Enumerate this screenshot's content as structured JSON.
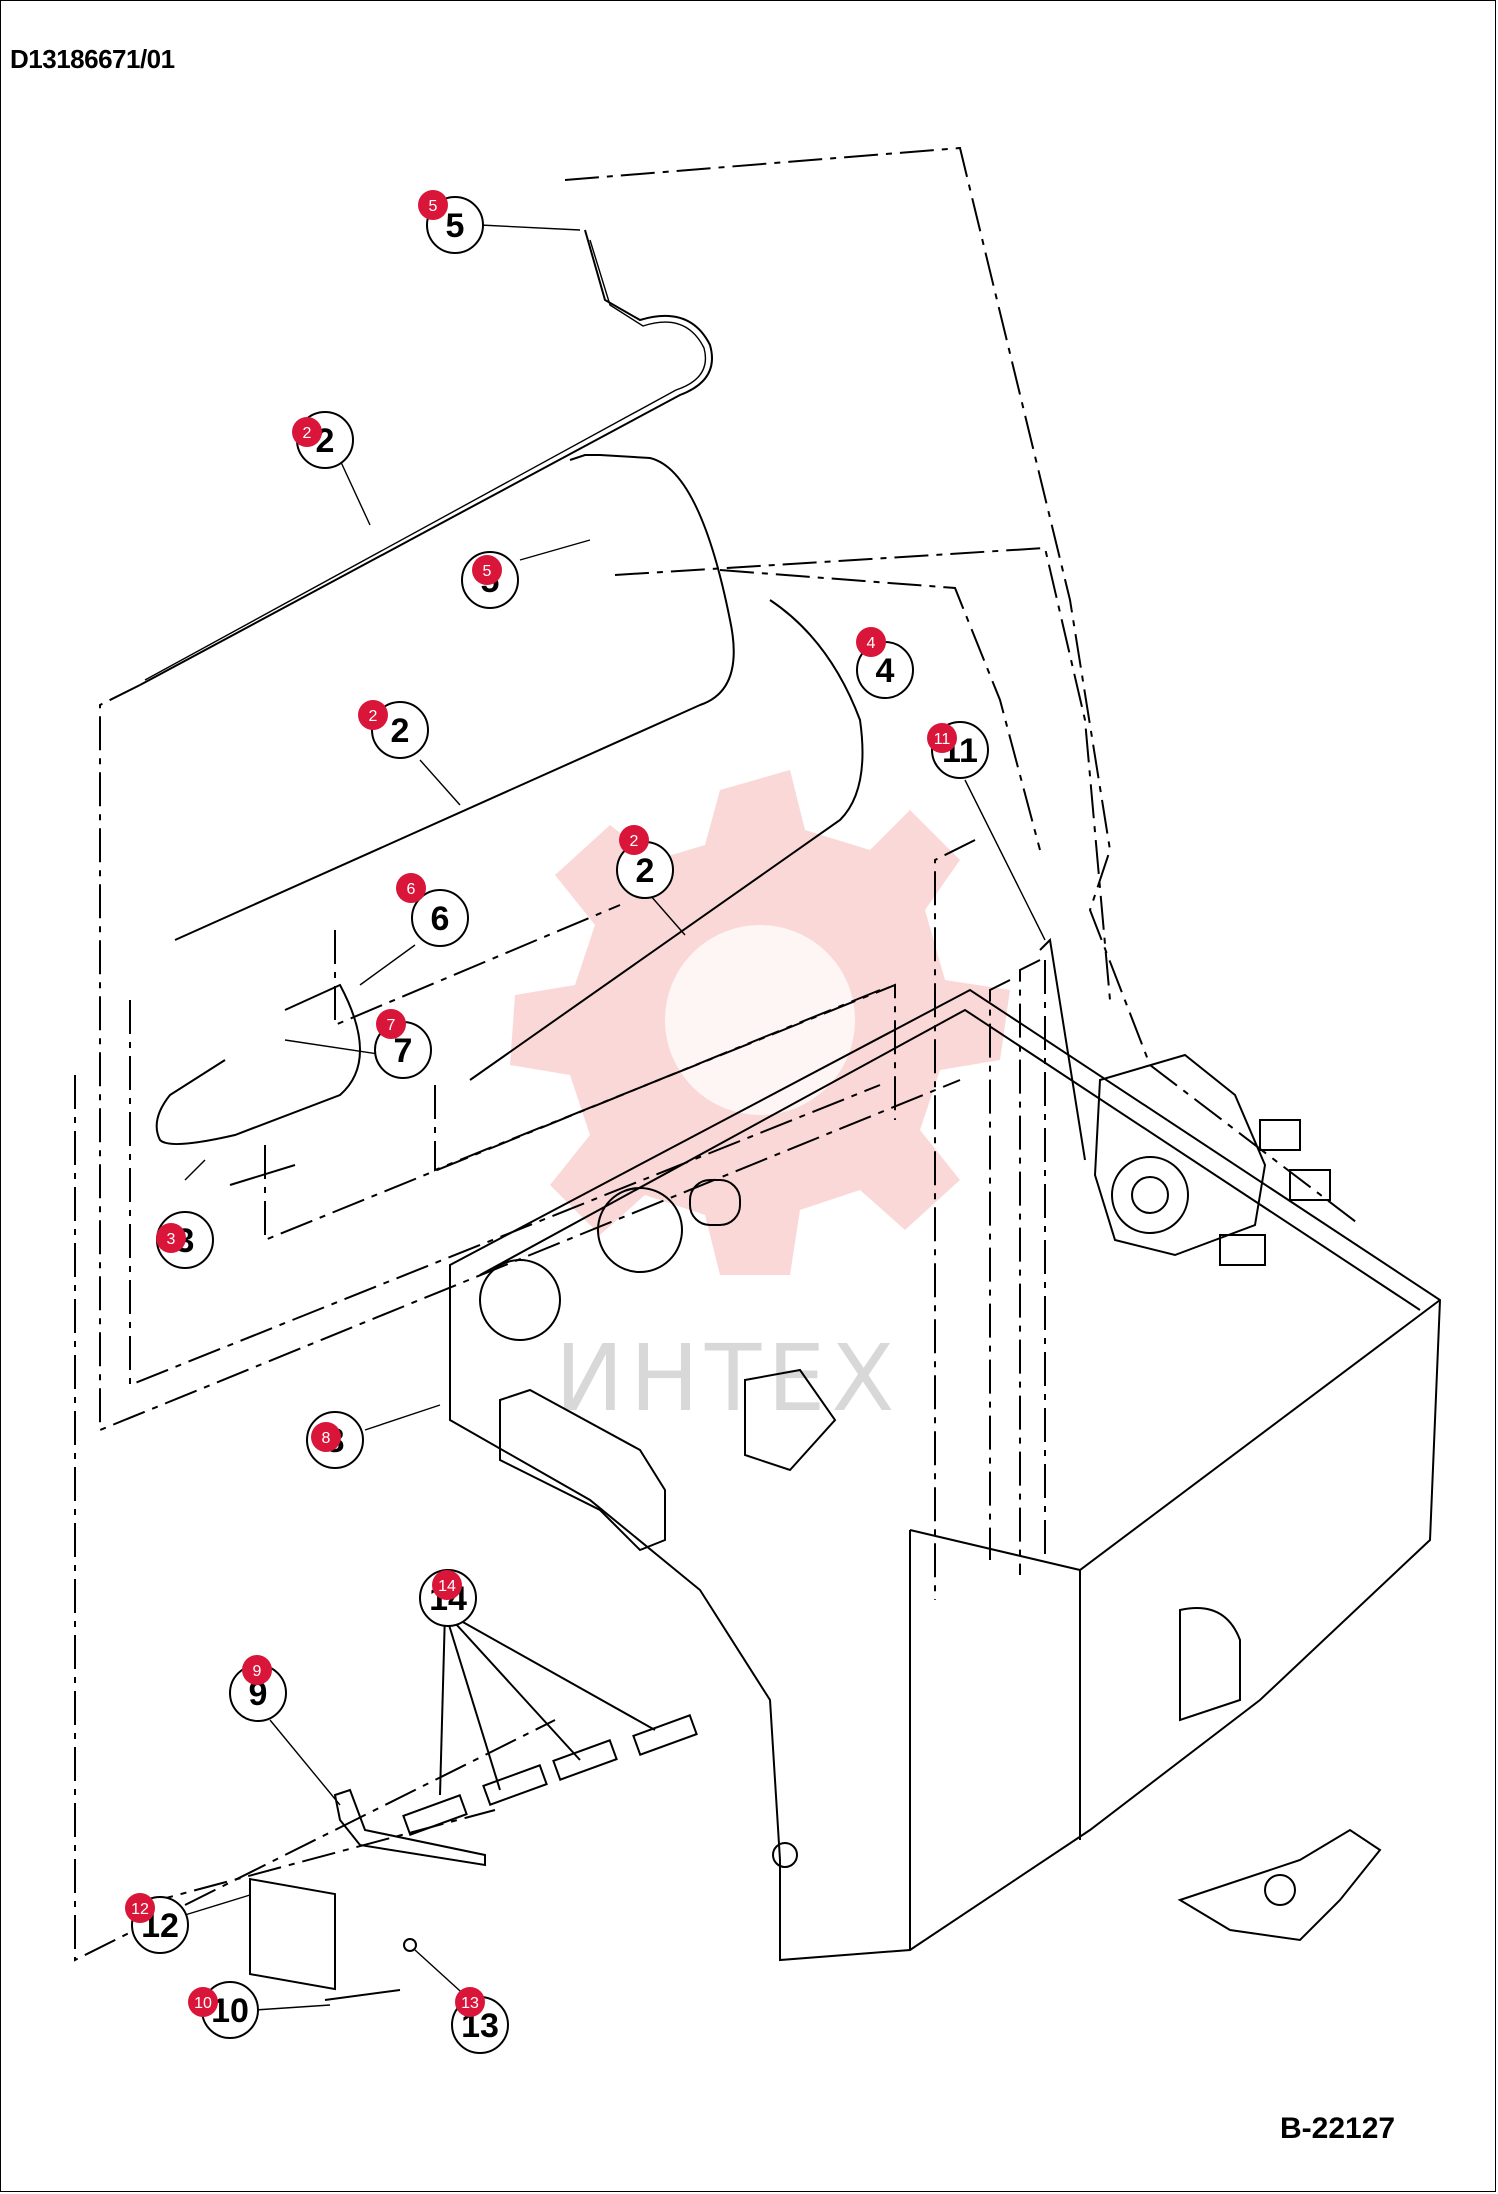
{
  "document": {
    "drawing_id": "D13186671/01",
    "figure_id": "B-22127"
  },
  "watermark": {
    "text": "ИНТЕХ",
    "color": "#f7b8b8"
  },
  "hotspot_color": "#d9153a",
  "callouts": [
    {
      "id": "c5a",
      "label": "5",
      "hotspot": "5"
    },
    {
      "id": "c2a",
      "label": "2",
      "hotspot": "2"
    },
    {
      "id": "c5b",
      "label": "5",
      "hotspot": "5"
    },
    {
      "id": "c4",
      "label": "4",
      "hotspot": "4"
    },
    {
      "id": "c2b",
      "label": "2",
      "hotspot": "2"
    },
    {
      "id": "c11",
      "label": "11",
      "hotspot": "11"
    },
    {
      "id": "c2c",
      "label": "2",
      "hotspot": "2"
    },
    {
      "id": "c6",
      "label": "6",
      "hotspot": "6"
    },
    {
      "id": "c7",
      "label": "7",
      "hotspot": "7"
    },
    {
      "id": "c3",
      "label": "3",
      "hotspot": "3"
    },
    {
      "id": "c8",
      "label": "8",
      "hotspot": "8"
    },
    {
      "id": "c14",
      "label": "14",
      "hotspot": "14"
    },
    {
      "id": "c9",
      "label": "9",
      "hotspot": "9"
    },
    {
      "id": "c12",
      "label": "12",
      "hotspot": "12"
    },
    {
      "id": "c10",
      "label": "10",
      "hotspot": "10"
    },
    {
      "id": "c13",
      "label": "13",
      "hotspot": "13"
    }
  ]
}
